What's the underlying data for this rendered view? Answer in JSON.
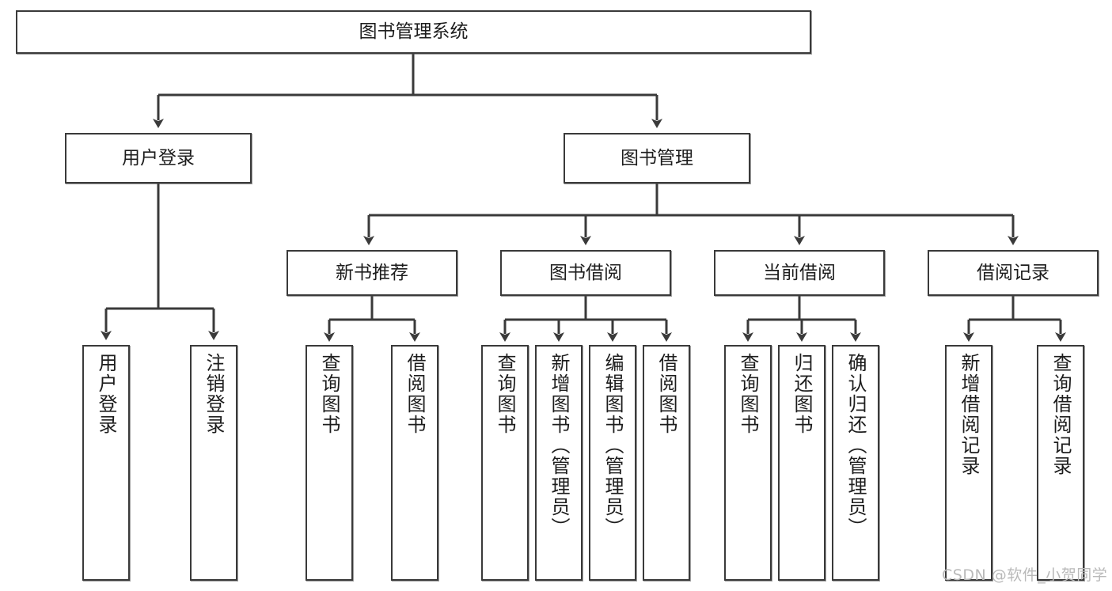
{
  "diagram": {
    "type": "tree-hierarchy-chart",
    "title": "图书管理系统",
    "watermark": "CSDN @软件_小贺同学",
    "colors": {
      "stroke": "#3a3a3a",
      "fill": "#ffffff",
      "text": "#1d1d1d",
      "watermark": "#b9b9b9"
    },
    "nodes": {
      "root": {
        "label": "图书管理系统"
      },
      "level2": [
        {
          "id": "user-login",
          "label": "用户登录"
        },
        {
          "id": "book-manage",
          "label": "图书管理"
        }
      ],
      "level3": [
        {
          "id": "new-book-recommend",
          "label": "新书推荐"
        },
        {
          "id": "book-borrow",
          "label": "图书借阅"
        },
        {
          "id": "current-borrow",
          "label": "当前借阅"
        },
        {
          "id": "borrow-record",
          "label": "借阅记录"
        }
      ],
      "leaves": {
        "user-login": [
          {
            "id": "leaf-user-login",
            "label": "用户登录"
          },
          {
            "id": "leaf-logout",
            "label": "注销登录"
          }
        ],
        "new-book-recommend": [
          {
            "id": "leaf-query-book-1",
            "label": "查询图书"
          },
          {
            "id": "leaf-borrow-book-1",
            "label": "借阅图书"
          }
        ],
        "book-borrow": [
          {
            "id": "leaf-query-book-2",
            "label": "查询图书"
          },
          {
            "id": "leaf-add-book",
            "label": "新增图书（管理员）"
          },
          {
            "id": "leaf-edit-book",
            "label": "编辑图书（管理员）"
          },
          {
            "id": "leaf-borrow-book-2",
            "label": "借阅图书"
          }
        ],
        "current-borrow": [
          {
            "id": "leaf-query-book-3",
            "label": "查询图书"
          },
          {
            "id": "leaf-return-book",
            "label": "归还图书"
          },
          {
            "id": "leaf-confirm-return",
            "label": "确认归还（管理员）"
          }
        ],
        "borrow-record": [
          {
            "id": "leaf-add-record",
            "label": "新增借阅记录"
          },
          {
            "id": "leaf-query-record",
            "label": "查询借阅记录"
          }
        ]
      }
    }
  }
}
